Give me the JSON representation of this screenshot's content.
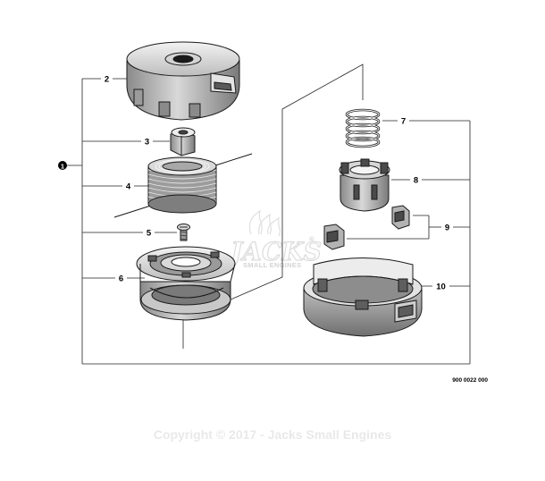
{
  "callouts": {
    "assembly": "1",
    "p2": "2",
    "p3": "3",
    "p4": "4",
    "p5": "5",
    "p6": "6",
    "p7": "7",
    "p8": "8",
    "p9": "9",
    "p10": "10"
  },
  "diagram_code": "900 0022 000",
  "watermark": {
    "logo": "JACKS",
    "registered": "®",
    "tagline": "SMALL ENGINES"
  },
  "copyright": "Copyright © 2017 - Jacks Small Engines"
}
